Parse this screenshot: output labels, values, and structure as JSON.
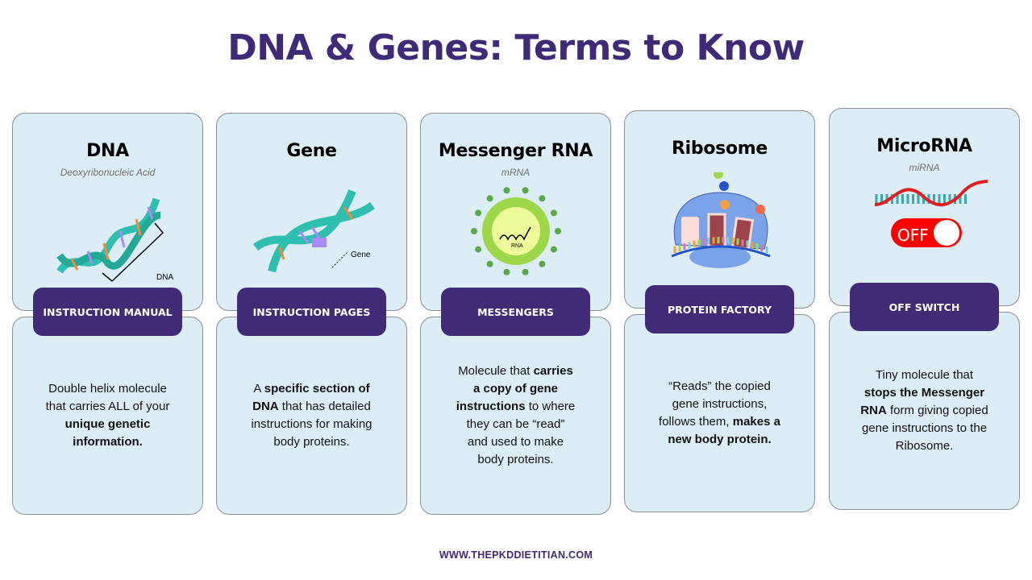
{
  "title": "DNA & Genes: Terms to Know",
  "footer": "WWW.THEPKDDIETITIAN.COM",
  "colors": {
    "title": "#3f2a78",
    "badge": "#412a76",
    "card": "#ddedf6",
    "off_switch": "#ff0000"
  },
  "columns": [
    {
      "term": "DNA",
      "subtitle": "Deoxyribonucleic Acid",
      "icon": "dna-helix-icon",
      "illustration_label": "DNA",
      "badge": "INSTRUCTION MANUAL",
      "description": [
        {
          "text": "Double helix molecule that carries ALL of your ",
          "bold": false
        },
        {
          "text": "unique genetic information.",
          "bold": true
        }
      ]
    },
    {
      "term": "Gene",
      "subtitle": "",
      "icon": "gene-segment-icon",
      "illustration_label": "Gene",
      "badge": "INSTRUCTION PAGES",
      "description": [
        {
          "text": "A ",
          "bold": false
        },
        {
          "text": "specific section of DNA",
          "bold": true
        },
        {
          "text": " that has detailed instructions for making body proteins.",
          "bold": false
        }
      ]
    },
    {
      "term": "Messenger RNA",
      "subtitle": "mRNA",
      "icon": "rna-virus-icon",
      "illustration_label": "RNA",
      "badge": "MESSENGERS",
      "description": [
        {
          "text": "Molecule that ",
          "bold": false
        },
        {
          "text": "carries a copy of gene instructions",
          "bold": true
        },
        {
          "text": " to where they can be “read” and used to make body proteins.",
          "bold": false
        }
      ]
    },
    {
      "term": "Ribosome",
      "subtitle": "",
      "icon": "ribosome-icon",
      "illustration_label": "",
      "badge": "PROTEIN FACTORY",
      "description": [
        {
          "text": "“Reads” the copied gene instructions, follows them, ",
          "bold": false
        },
        {
          "text": "makes a new body protein.",
          "bold": true
        }
      ]
    },
    {
      "term": "MicroRNA",
      "subtitle": "miRNA",
      "icon": "off-switch-icon",
      "illustration_label": "OFF",
      "badge": "OFF SWITCH",
      "description": [
        {
          "text": "Tiny molecule that ",
          "bold": false
        },
        {
          "text": "stops the Messenger RNA",
          "bold": true
        },
        {
          "text": " form giving copied gene instructions to the Ribosome.",
          "bold": false
        }
      ]
    }
  ]
}
